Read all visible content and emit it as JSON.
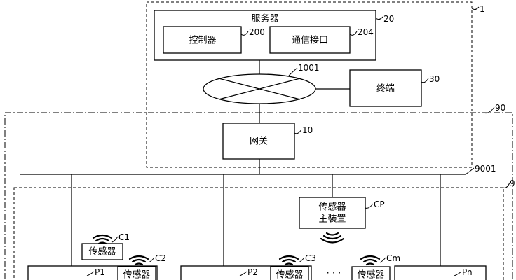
{
  "labels": {
    "server": "服务器",
    "controller": "控制器",
    "comm_interface": "通信接口",
    "terminal": "终端",
    "gateway": "网关",
    "sensor_main_line1": "传感器",
    "sensor_main_line2": "主装置",
    "sensor": "传感器",
    "dots": "· · ·"
  },
  "refs": {
    "r1": "1",
    "r20": "20",
    "r200": "200",
    "r204": "204",
    "r1001": "1001",
    "r30": "30",
    "r90": "90",
    "r10": "10",
    "r9001": "9001",
    "r9": "9",
    "rCP": "CP",
    "rC1": "C1",
    "rC2": "C2",
    "rC3": "C3",
    "rCm": "Cm",
    "rP1": "P1",
    "rP2": "P2",
    "rPn": "Pn"
  }
}
